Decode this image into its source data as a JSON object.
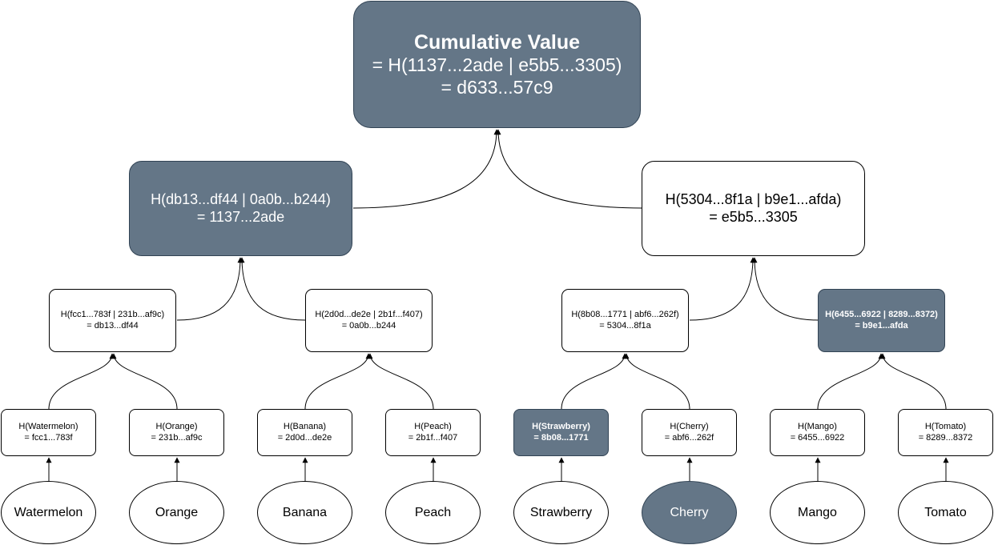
{
  "root": {
    "title": "Cumulative Value",
    "line2": "= H(1137...2ade | e5b5...3305)",
    "line3": "= d633...57c9"
  },
  "level1": {
    "left": {
      "line1": "H(db13...df44 | 0a0b...b244)",
      "line2": "= 1137...2ade"
    },
    "right": {
      "line1": "H(5304...8f1a | b9e1...afda)",
      "line2": "= e5b5...3305"
    }
  },
  "level2": {
    "ll": {
      "line1": "H(fcc1...783f | 231b...af9c)",
      "line2": "= db13...df44"
    },
    "lr": {
      "line1": "H(2d0d...de2e | 2b1f...f407)",
      "line2": "= 0a0b...b244"
    },
    "rl": {
      "line1": "H(8b08...1771 | abf6...262f)",
      "line2": "= 5304...8f1a"
    },
    "rr": {
      "line1": "H(6455...6922 | 8289...8372)",
      "line2": "= b9e1...afda"
    }
  },
  "leaves": {
    "watermelon": {
      "line1": "H(Watermelon)",
      "line2": "= fcc1...783f"
    },
    "orange": {
      "line1": "H(Orange)",
      "line2": "= 231b...af9c"
    },
    "banana": {
      "line1": "H(Banana)",
      "line2": "= 2d0d...de2e"
    },
    "peach": {
      "line1": "H(Peach)",
      "line2": "= 2b1f...f407"
    },
    "strawberry": {
      "line1": "H(Strawberry)",
      "line2": "= 8b08...1771"
    },
    "cherry": {
      "line1": "H(Cherry)",
      "line2": "= abf6...262f"
    },
    "mango": {
      "line1": "H(Mango)",
      "line2": "= 6455...6922"
    },
    "tomato": {
      "line1": "H(Tomato)",
      "line2": "= 8289...8372"
    }
  },
  "fruits": {
    "watermelon": "Watermelon",
    "orange": "Orange",
    "banana": "Banana",
    "peach": "Peach",
    "strawberry": "Strawberry",
    "cherry": "Cherry",
    "mango": "Mango",
    "tomato": "Tomato"
  },
  "colors": {
    "highlight_fill": "#647687",
    "highlight_stroke": "#314354",
    "normal_fill": "#ffffff",
    "stroke": "#000000"
  }
}
